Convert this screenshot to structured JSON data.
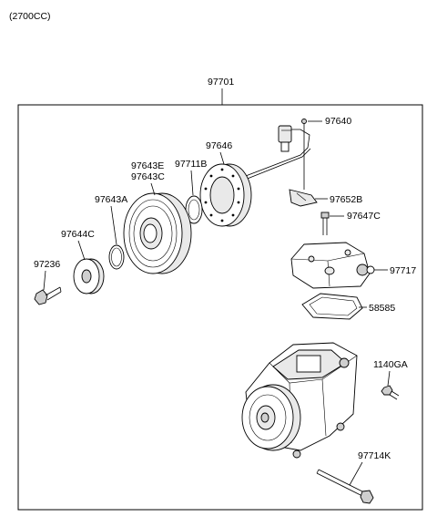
{
  "header": {
    "variant": "(2700CC)"
  },
  "assembly": {
    "number": "97701"
  },
  "callouts": {
    "p97640": "97640",
    "p97646": "97646",
    "p97711B": "97711B",
    "p97643E": "97643E",
    "p97643C": "97643C",
    "p97643A": "97643A",
    "p97652B": "97652B",
    "p97647C": "97647C",
    "p97644C": "97644C",
    "p97236": "97236",
    "p97717": "97717",
    "p58585": "58585",
    "p1140GA": "1140GA",
    "p97714K": "97714K"
  }
}
